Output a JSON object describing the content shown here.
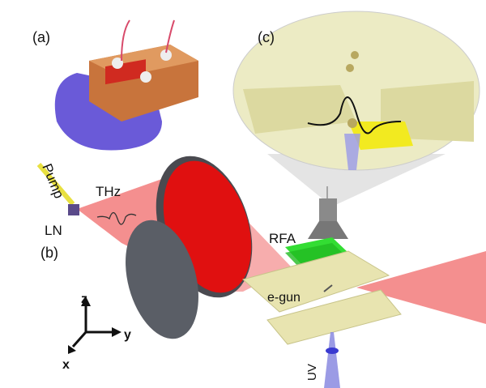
{
  "panels": {
    "a": "(a)",
    "b": "(b)",
    "c": "(c)"
  },
  "labels": {
    "pump": "Pump",
    "thz": "THz",
    "ln": "LN",
    "rfa": "RFA",
    "egun": "e-gun",
    "uv": "UV"
  },
  "axes": {
    "z": "z",
    "y": "y",
    "x": "x"
  },
  "colors": {
    "thz_beam": "#f06a6a",
    "mirror_red": "#e01010",
    "mirror_gray": "#5a5e66",
    "plate": "#e8e4b0",
    "rfa_grid": "#33dd33",
    "uv": "#8a8ae0",
    "pump": "#e8e040",
    "copper": "#c8743c",
    "glove": "#6a5ad8"
  }
}
